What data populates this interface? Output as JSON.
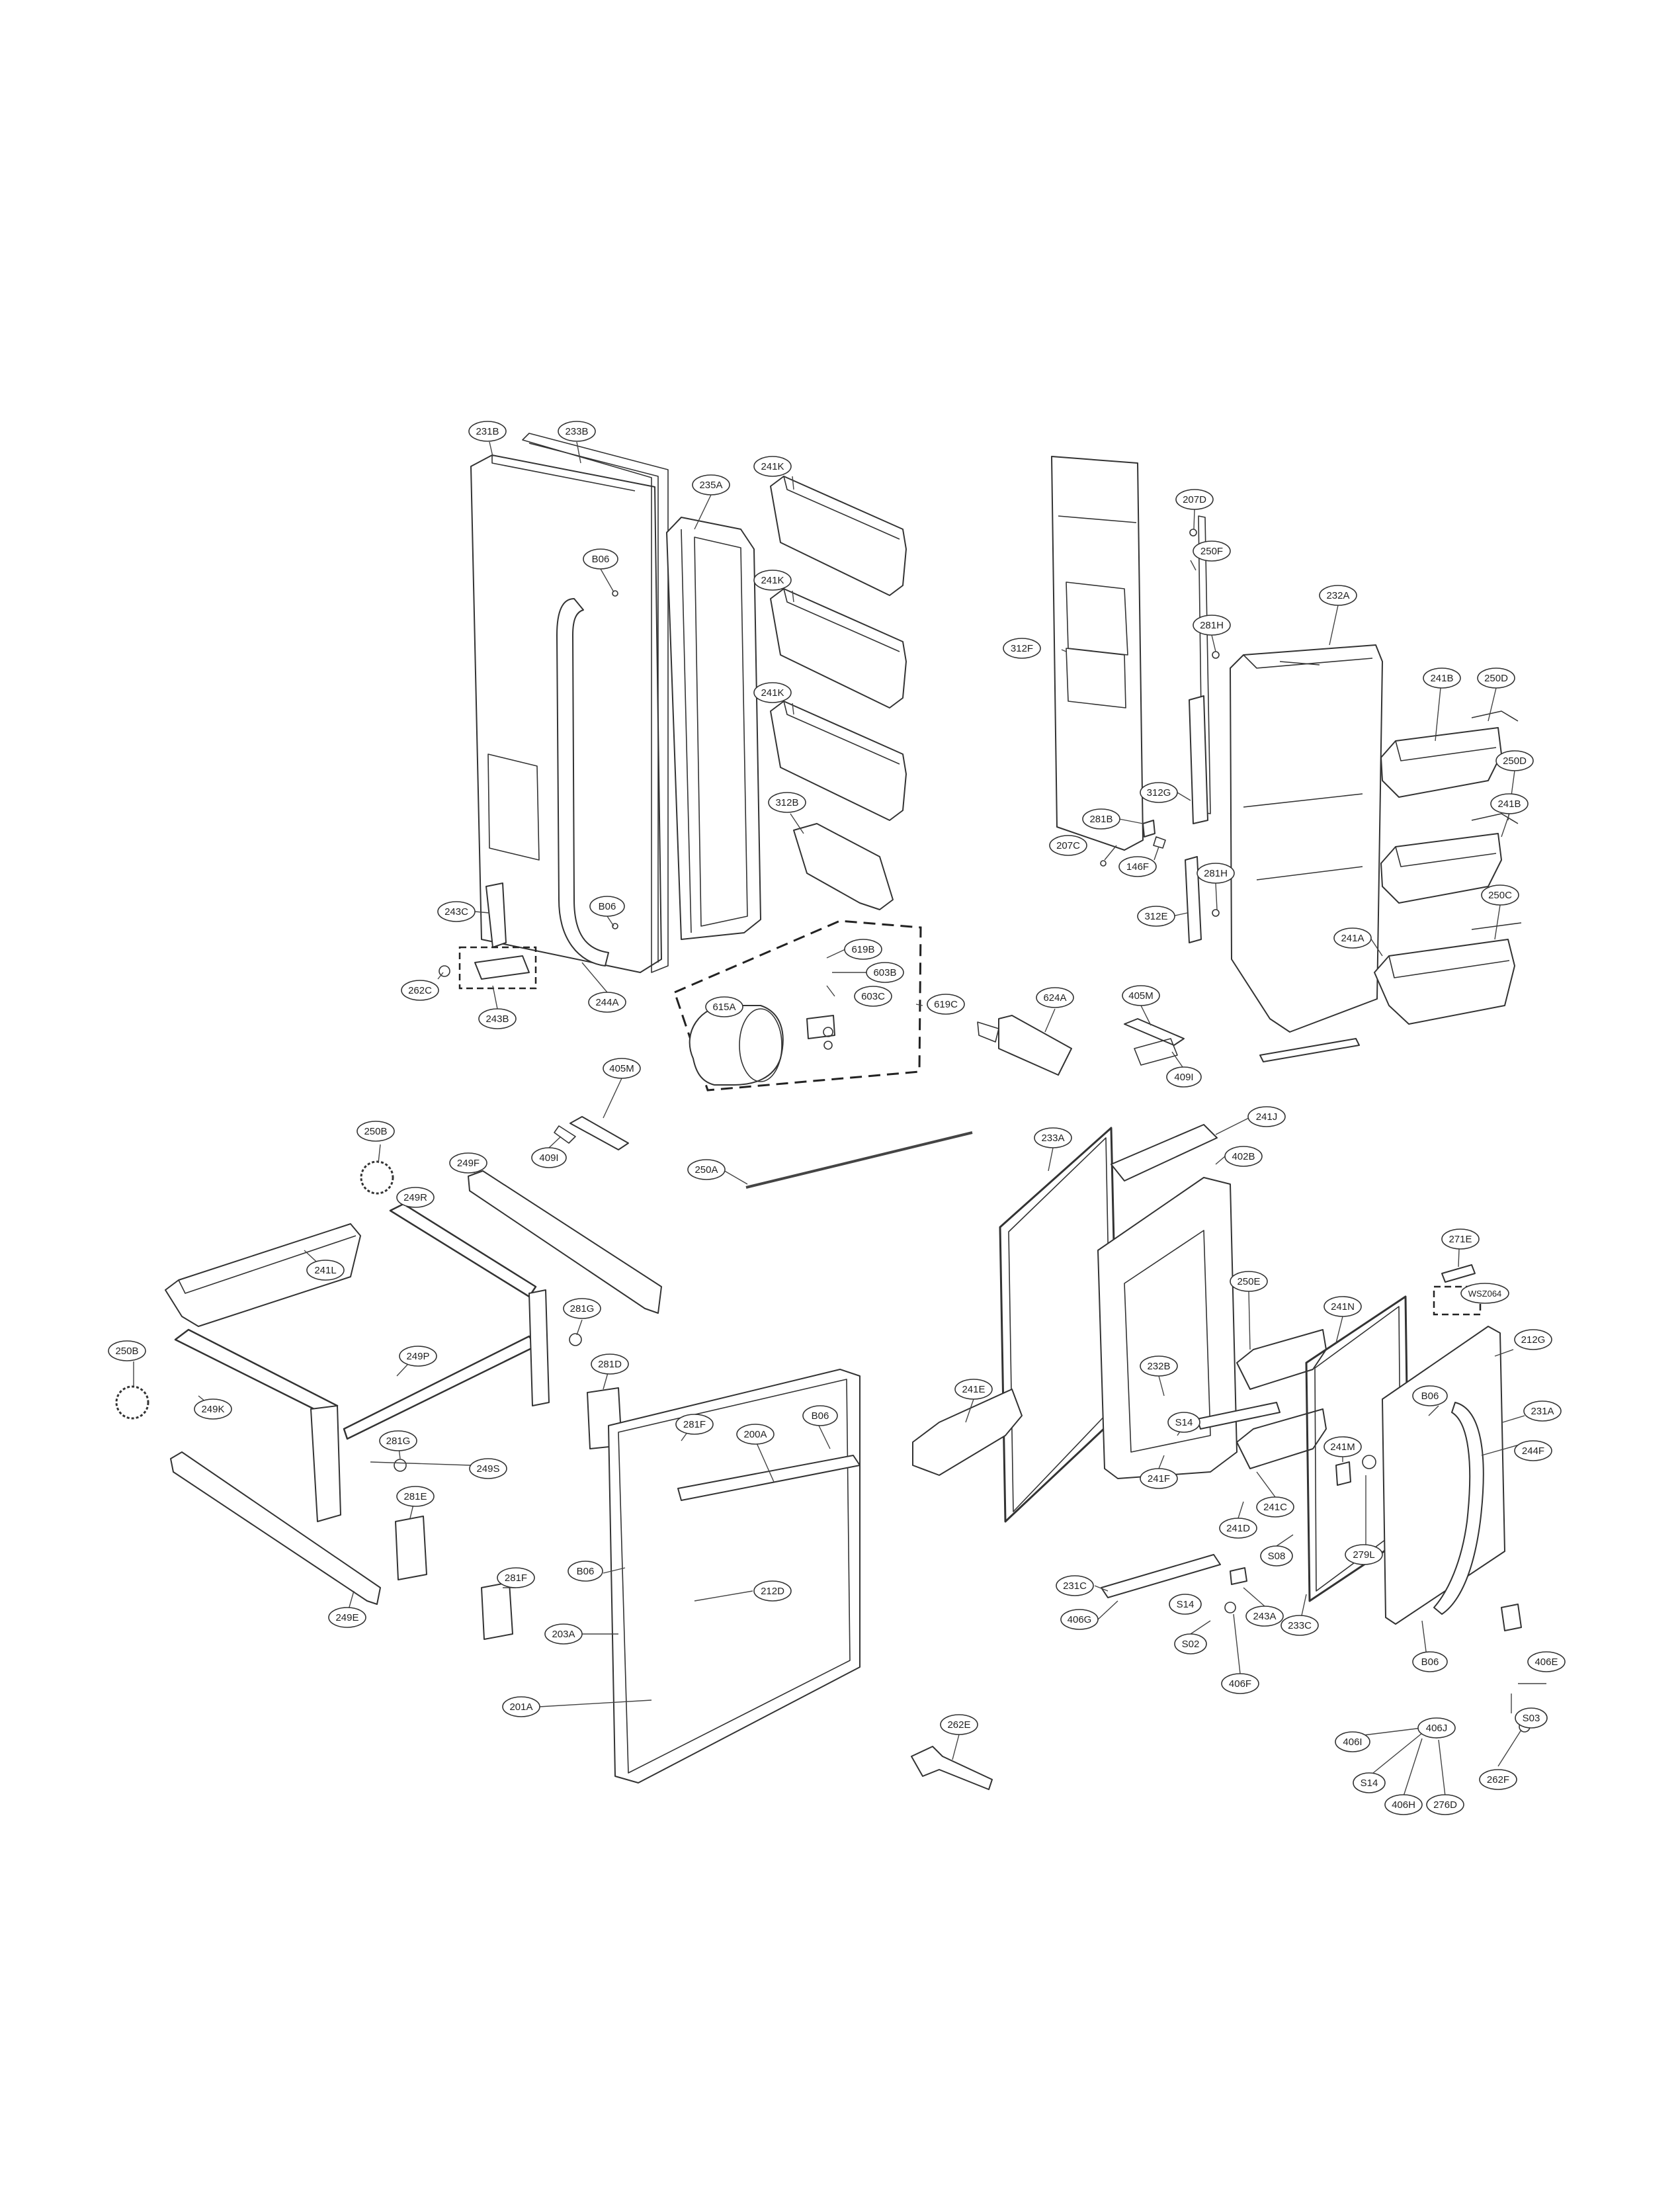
{
  "diagram": {
    "labels": {
      "l231B": "231B",
      "l233B": "233B",
      "l235A": "235A",
      "l241K1": "241K",
      "l241K2": "241K",
      "l241K3": "241K",
      "lB06a": "B06",
      "l312B": "312B",
      "l243C": "243C",
      "lB06b": "B06",
      "l262C": "262C",
      "l243B": "243B",
      "l244A": "244A",
      "l619B": "619B",
      "l615A": "615A",
      "l603B": "603B",
      "l603C": "603C",
      "l619C": "619C",
      "l624A": "624A",
      "l405Ma": "405M",
      "l409Ia": "409I",
      "l405Mb": "405M",
      "l409Ib": "409I",
      "l207D": "207D",
      "l250F": "250F",
      "l232A": "232A",
      "l312F": "312F",
      "l281Ha": "281H",
      "l241Ba": "241B",
      "l250Da": "250D",
      "l250Db": "250D",
      "l241Bb": "241B",
      "l312G": "312G",
      "l281B": "281B",
      "l207C": "207C",
      "l146F": "146F",
      "l281Hb": "281H",
      "l312E": "312E",
      "l250C": "250C",
      "l241A": "241A",
      "l250A": "250A",
      "l233A": "233A",
      "l241J": "241J",
      "l402B": "402B",
      "l250Ba": "250B",
      "l249F": "249F",
      "l249R": "249R",
      "l241L": "241L",
      "l281Ga": "281G",
      "l250Bb": "250B",
      "l249P": "249P",
      "l281D": "281D",
      "l249K": "249K",
      "l281Fa": "281F",
      "l281Gb": "281G",
      "l249S": "249S",
      "l281E": "281E",
      "l249E": "249E",
      "l281Fb": "281F",
      "lB06c": "B06",
      "l200A": "200A",
      "lB06d": "B06",
      "l212D": "212D",
      "l203A": "203A",
      "l201A": "201A",
      "l262E": "262E",
      "l271E": "271E",
      "lWSZ": "WSZ064",
      "l250E": "250E",
      "l241N": "241N",
      "l212G": "212G",
      "l241E": "241E",
      "l232B": "232B",
      "lB06e": "B06",
      "l231A": "231A",
      "lS14a": "S14",
      "l241M": "241M",
      "l241F": "241F",
      "l241C": "241C",
      "l241D": "241D",
      "lS08": "S08",
      "l279L": "279L",
      "l244F": "244F",
      "l231C": "231C",
      "lS14b": "S14",
      "l406G": "406G",
      "lS02": "S02",
      "l243A": "243A",
      "l406F": "406F",
      "l233C": "233C",
      "lB06f": "B06",
      "l406E": "406E",
      "lS03": "S03",
      "l406J": "406J",
      "l406I": "406I",
      "lS14c": "S14",
      "l406H": "406H",
      "l276D": "276D",
      "l262F": "262F"
    }
  }
}
